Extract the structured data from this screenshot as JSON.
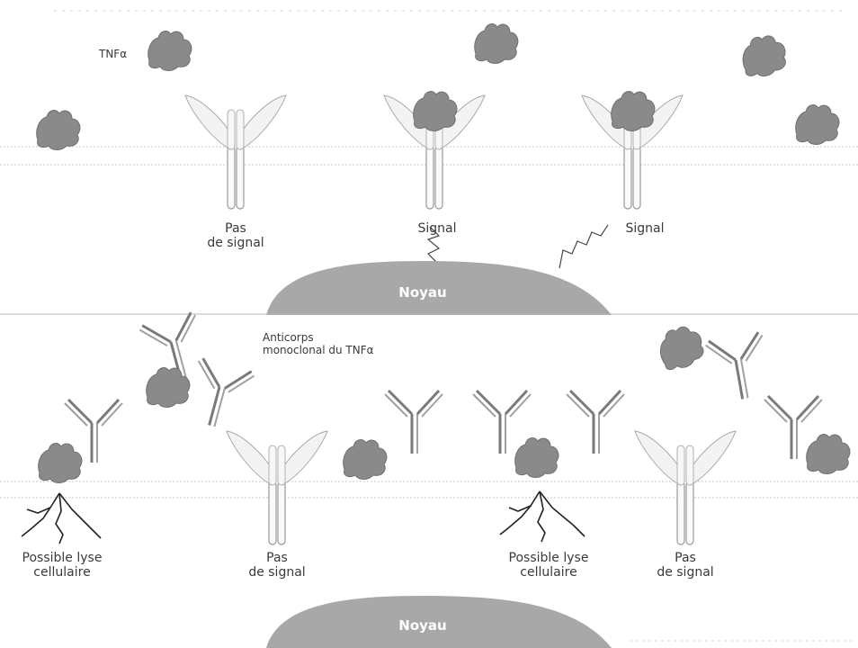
{
  "top_panel": {
    "ligand_label": "TNFα",
    "receptors": [
      {
        "caption_line1": "Pas",
        "caption_line2": "de signal"
      },
      {
        "caption": "Signal"
      },
      {
        "caption": "Signal"
      }
    ],
    "nucleus_label": "Noyau"
  },
  "bottom_panel": {
    "antibody_label_line1": "Anticorps",
    "antibody_label_line2": "monoclonal du TNFα",
    "lysis_labels": [
      {
        "line1": "Possible lyse",
        "line2": "cellulaire"
      },
      {
        "line1": "Possible lyse",
        "line2": "cellulaire"
      }
    ],
    "receptors": [
      {
        "caption_line1": "Pas",
        "caption_line2": "de signal"
      },
      {
        "caption_line1": "Pas",
        "caption_line2": "de signal"
      }
    ],
    "nucleus_label": "Noyau"
  },
  "colors": {
    "ligand": "#8a8a8a",
    "receptor_stroke": "#9a9a9a",
    "nucleus": "#a8a8a8",
    "membrane": "#bdbdbd",
    "antibody": "#7a7a7a"
  }
}
